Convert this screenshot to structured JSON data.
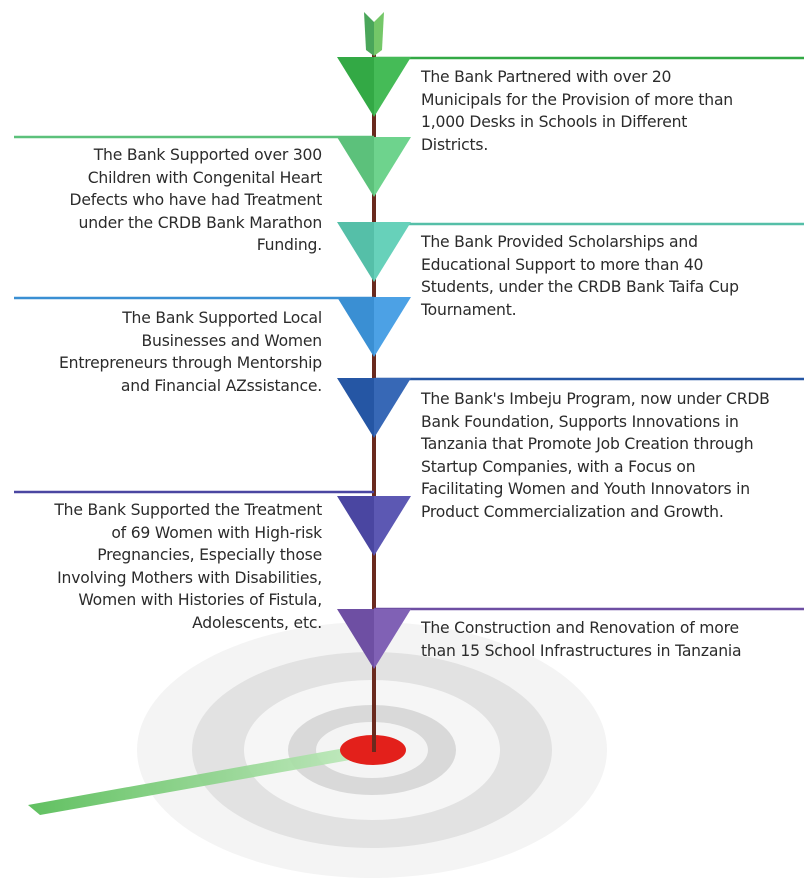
{
  "milestones": [
    {
      "side": "right",
      "color": "#33a945",
      "text_lines": [
        "The Bank Partnered with over 20",
        "Municipals for the Provision of more than",
        "1,000 Desks in Schools in Different",
        "Districts."
      ]
    },
    {
      "side": "left",
      "color": "#5cc17b",
      "text_lines": [
        "The Bank Supported over 300",
        "Children with Congenital Heart",
        "Defects who have had Treatment",
        "under the CRDB Bank Marathon",
        "Funding."
      ]
    },
    {
      "side": "right",
      "color": "#55bfa8",
      "text_lines": [
        "The Bank Provided Scholarships and",
        "Educational Support to more than 40",
        "Students, under the CRDB Bank Taifa Cup",
        "Tournament."
      ]
    },
    {
      "side": "left",
      "color": "#3a8fd3",
      "text_lines": [
        "The Bank Supported Local",
        "Businesses and Women",
        "Entrepreneurs through Mentorship",
        "and Financial AZssistance."
      ]
    },
    {
      "side": "right",
      "color": "#2556a4",
      "text_lines": [
        "The Bank's Imbeju Program, now under CRDB",
        "Bank Foundation, Supports Innovations in",
        "Tanzania that Promote Job Creation through",
        "Startup Companies, with a Focus on",
        "Facilitating Women and Youth Innovators in",
        "Product Commercialization and Growth."
      ]
    },
    {
      "side": "left",
      "color": "#4a46a1",
      "text_lines": [
        "The Bank Supported the Treatment",
        "of 69 Women with High-risk",
        "Pregnancies, Especially those",
        "Involving Mothers with Disabilities,",
        "Women with Histories of Fistula,",
        "Adolescents, etc."
      ]
    },
    {
      "side": "right",
      "color": "#6e4fa3",
      "text_lines": [
        "The Construction and Renovation of more",
        "than 15 School Infrastructures in Tanzania"
      ]
    }
  ],
  "colors": {
    "shaft": "#6a2a1e",
    "target_rings": "#d6d6d6",
    "target_bullseye": "#e3201b",
    "fletching": "#5cc36a",
    "motion_trail": "#5cc36a"
  }
}
